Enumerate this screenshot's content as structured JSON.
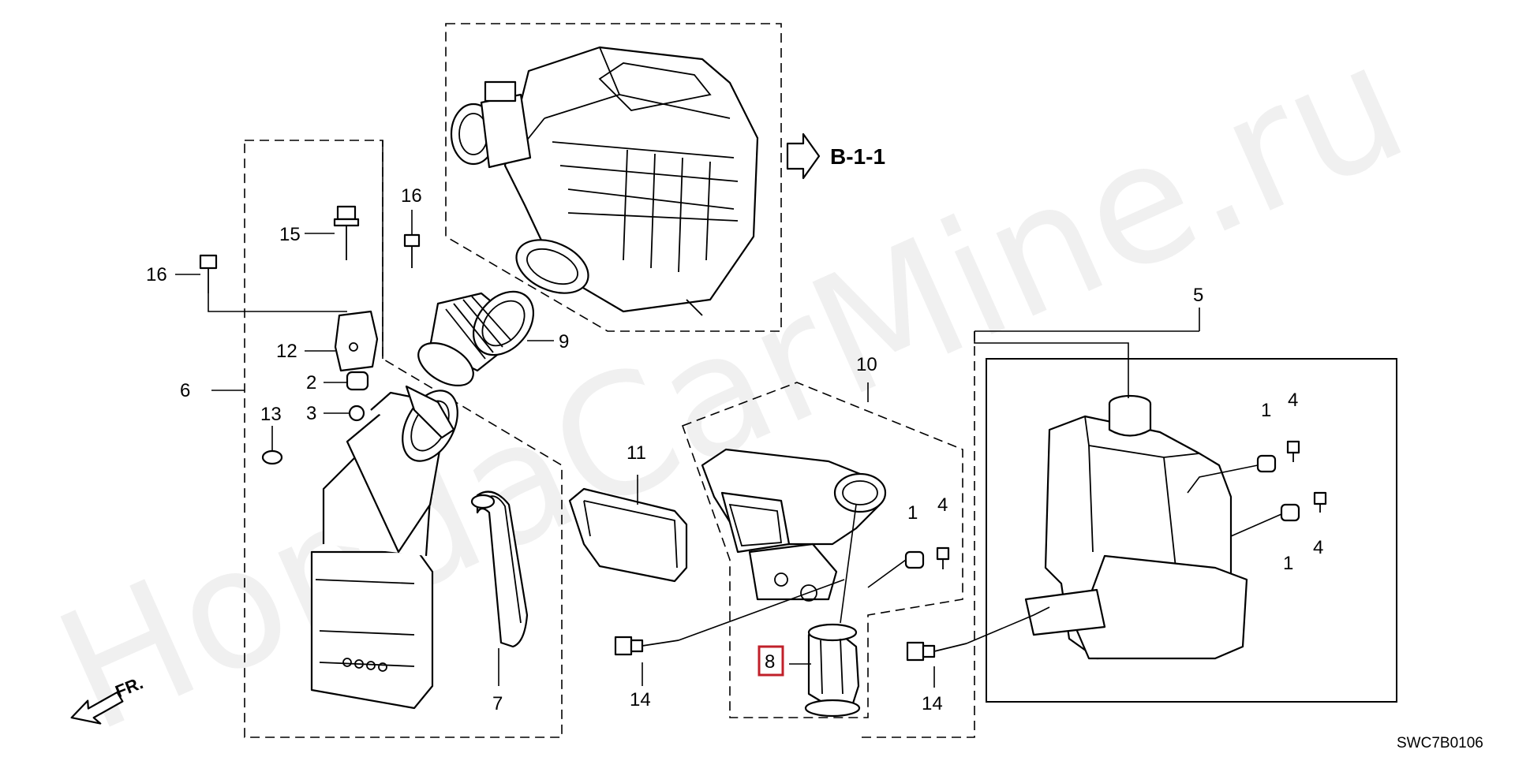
{
  "diagram": {
    "watermark": "HondaCarMine.ru",
    "reference_label": "B-1-1",
    "drawing_code": "SWC7B0106",
    "front_indicator": "FR.",
    "highlighted_callout": "8",
    "callouts": {
      "c1a": "1",
      "c1b": "1",
      "c1c": "1",
      "c2": "2",
      "c3": "3",
      "c4a": "4",
      "c4b": "4",
      "c4c": "4",
      "c5": "5",
      "c6": "6",
      "c7": "7",
      "c9": "9",
      "c10": "10",
      "c11": "11",
      "c12": "12",
      "c13": "13",
      "c14a": "14",
      "c14b": "14",
      "c15": "15",
      "c16a": "16",
      "c16b": "16"
    },
    "colors": {
      "highlight": "#c0202a",
      "ink": "#000000"
    }
  }
}
